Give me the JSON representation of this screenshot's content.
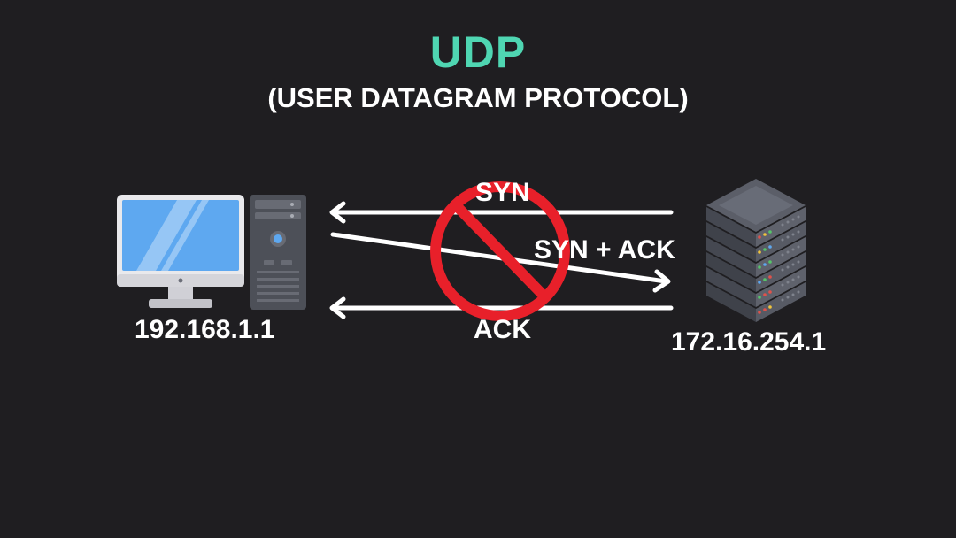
{
  "title": "UDP",
  "subtitle": "(USER DATAGRAM PROTOCOL)",
  "client": {
    "ip": "192.168.1.1",
    "icon": "desktop-computer-icon"
  },
  "server": {
    "ip": "172.16.254.1",
    "icon": "server-rack-icon"
  },
  "messages": {
    "syn": "SYN",
    "syn_ack": "SYN + ACK",
    "ack": "ACK"
  },
  "prohibited_icon": "no-sign-icon",
  "colors": {
    "background": "#1f1e21",
    "title": "#4fd6b2",
    "prohibit": "#e8202a",
    "arrow": "#ffffff"
  }
}
